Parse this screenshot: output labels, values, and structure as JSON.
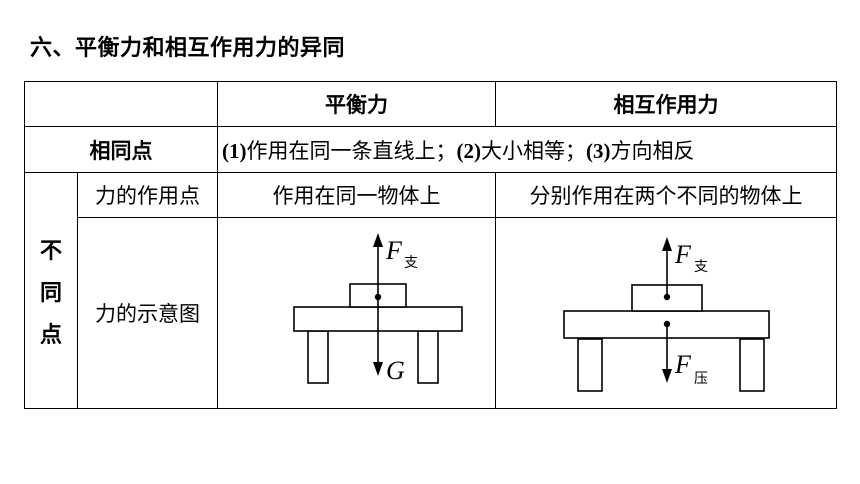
{
  "heading": "六、平衡力和相互作用力的异同",
  "table": {
    "col_balance": "平衡力",
    "col_interaction": "相互作用力",
    "same_label": "相同点",
    "same_text": {
      "p1_num": "(1)",
      "p1_text": "作用在同一条直线上；",
      "p2_num": "(2)",
      "p2_text": "大小相等；",
      "p3_num": "(3)",
      "p3_text": "方向相反"
    },
    "diff_label_chars": [
      "不",
      "同",
      "点"
    ],
    "row_point_label": "力的作用点",
    "balance_point": "作用在同一物体上",
    "interaction_point": "分别作用在两个不同的物体上",
    "row_diagram_label": "力的示意图",
    "diagram_balance": {
      "force_up": "F",
      "force_up_sub": "支",
      "force_down": "G"
    },
    "diagram_interaction": {
      "force_up": "F",
      "force_up_sub": "支",
      "force_down": "F",
      "force_down_sub": "压"
    }
  }
}
